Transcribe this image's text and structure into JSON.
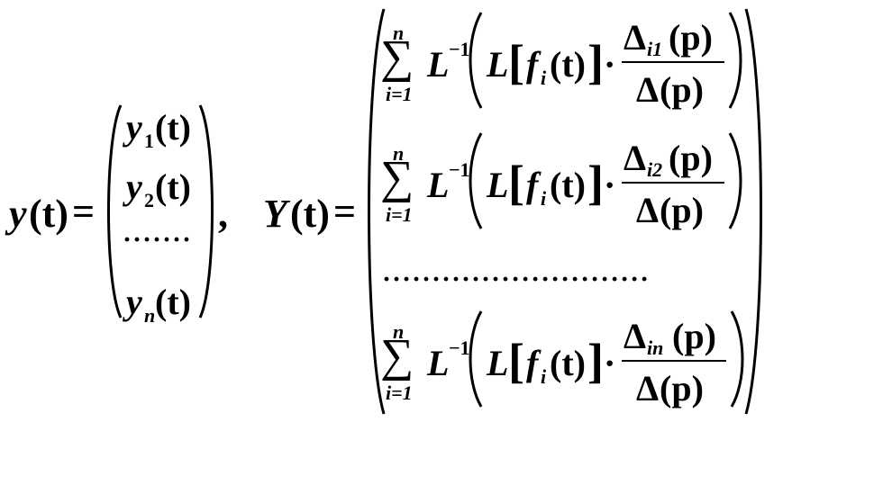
{
  "eq1": {
    "lhs_var": "y",
    "lhs_arg": "(t)",
    "equals": "=",
    "rows": [
      {
        "var": "y",
        "sub": "1",
        "arg": "(t)"
      },
      {
        "var": "y",
        "sub": "2",
        "arg": "(t)"
      },
      {
        "dots": "·······"
      },
      {
        "var": "y",
        "sub": "n",
        "arg": "(t)"
      }
    ],
    "comma": ","
  },
  "eq2": {
    "lhs_var": "Y",
    "lhs_arg": "(t)",
    "equals": "=",
    "sum_symbol": "∑",
    "sum_upper": "n",
    "sum_lower": "i=1",
    "op": "L",
    "op_sup": "−1",
    "inner_L": "L",
    "f": "f",
    "f_sub": "i",
    "f_arg": "(t)",
    "dot": "·",
    "delta": "Δ",
    "den_arg": "(p)",
    "num_arg": "(p)",
    "numerator_subs": [
      "i1",
      "i2",
      "in"
    ],
    "dots_row": "···························"
  }
}
